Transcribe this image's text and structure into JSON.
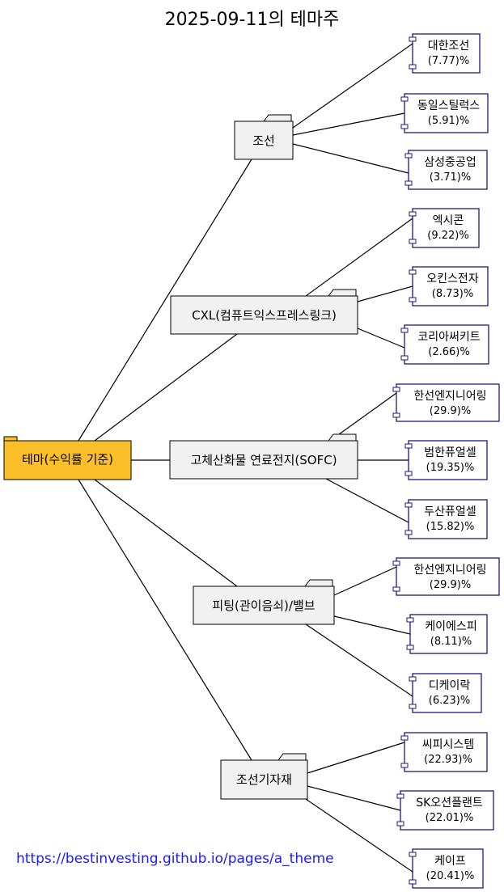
{
  "title": "2025-09-11의 테마주",
  "root": {
    "label": "테마(수익률 기준)"
  },
  "themes": [
    {
      "name": "조선",
      "stocks": [
        {
          "name": "대한조선",
          "pct": "(7.77)%"
        },
        {
          "name": "동일스틸럭스",
          "pct": "(5.91)%"
        },
        {
          "name": "삼성중공업",
          "pct": "(3.71)%"
        }
      ]
    },
    {
      "name": "CXL(컴퓨트익스프레스링크)",
      "stocks": [
        {
          "name": "엑시콘",
          "pct": "(9.22)%"
        },
        {
          "name": "오킨스전자",
          "pct": "(8.73)%"
        },
        {
          "name": "코리아써키트",
          "pct": "(2.66)%"
        }
      ]
    },
    {
      "name": "고체산화물 연료전지(SOFC)",
      "stocks": [
        {
          "name": "한선엔지니어링",
          "pct": "(29.9)%"
        },
        {
          "name": "범한퓨얼셀",
          "pct": "(19.35)%"
        },
        {
          "name": "두산퓨얼셀",
          "pct": "(15.82)%"
        }
      ]
    },
    {
      "name": "피팅(관이음쇠)/밸브",
      "stocks": [
        {
          "name": "한선엔지니어링",
          "pct": "(29.9)%"
        },
        {
          "name": "케이에스피",
          "pct": "(8.11)%"
        },
        {
          "name": "디케이락",
          "pct": "(6.23)%"
        }
      ]
    },
    {
      "name": "조선기자재",
      "stocks": [
        {
          "name": "씨피시스템",
          "pct": "(22.93)%"
        },
        {
          "name": "SK오션플랜트",
          "pct": "(22.01)%"
        },
        {
          "name": "케이프",
          "pct": "(20.41)%"
        }
      ]
    }
  ],
  "footer": {
    "link": "https://bestinvesting.github.io/pages/a_theme"
  },
  "colors": {
    "root_fill": "#fbbf2a",
    "theme_fill": "#f1f1f1",
    "stock_border": "#1a1a80",
    "link": "#1a1aff"
  }
}
